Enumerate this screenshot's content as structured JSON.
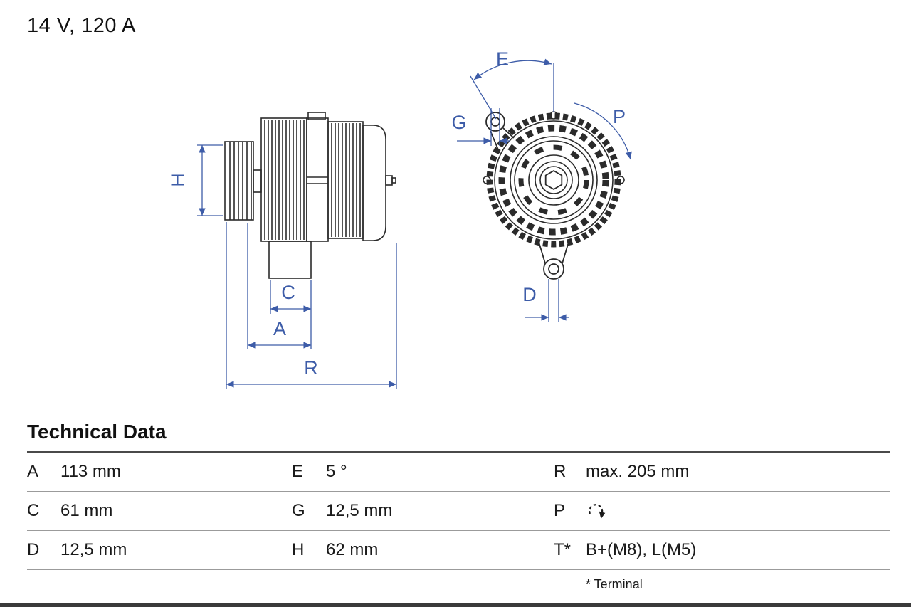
{
  "header": {
    "rating": "14 V, 120 A"
  },
  "drawing": {
    "accent_color": "#3d5ca8",
    "dimension_labels": {
      "H": "H",
      "C": "C",
      "A": "A",
      "R": "R",
      "E": "E",
      "G": "G",
      "P": "P",
      "D": "D"
    }
  },
  "table": {
    "title": "Technical Data",
    "rows": [
      [
        {
          "key": "A",
          "value": "113 mm"
        },
        {
          "key": "E",
          "value": "5 °"
        },
        {
          "key": "R",
          "value": "max. 205 mm"
        }
      ],
      [
        {
          "key": "C",
          "value": "61 mm"
        },
        {
          "key": "G",
          "value": "12,5 mm"
        },
        {
          "key": "P",
          "value": "",
          "icon": "rotation-clockwise-icon"
        }
      ],
      [
        {
          "key": "D",
          "value": "12,5 mm"
        },
        {
          "key": "H",
          "value": "62 mm"
        },
        {
          "key": "T*",
          "value": "B+(M8), L(M5)"
        }
      ]
    ],
    "footnote": "* Terminal"
  }
}
